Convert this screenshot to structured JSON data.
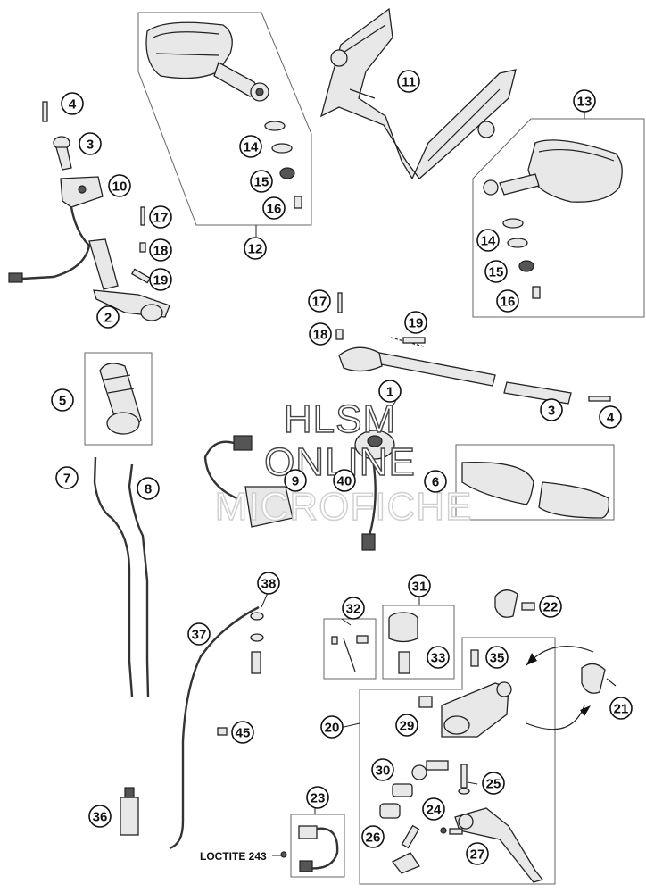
{
  "watermark": {
    "line1": "HLSM",
    "line2": "ONLINE",
    "line3": "MICROFICHE"
  },
  "annotation": {
    "loctite": "LOCTITE 243"
  },
  "callouts": [
    {
      "id": "c-4a",
      "label": "4"
    },
    {
      "id": "c-3a",
      "label": "3"
    },
    {
      "id": "c-10",
      "label": "10"
    },
    {
      "id": "c-17a",
      "label": "17"
    },
    {
      "id": "c-18a",
      "label": "18"
    },
    {
      "id": "c-19a",
      "label": "19"
    },
    {
      "id": "c-2",
      "label": "2"
    },
    {
      "id": "c-14a",
      "label": "14"
    },
    {
      "id": "c-14b",
      "label": "14"
    },
    {
      "id": "c-15a",
      "label": "15"
    },
    {
      "id": "c-16a",
      "label": "16"
    },
    {
      "id": "c-12",
      "label": "12"
    },
    {
      "id": "c-11",
      "label": "11"
    },
    {
      "id": "c-13",
      "label": "13"
    },
    {
      "id": "c-14c",
      "label": "14"
    },
    {
      "id": "c-14d",
      "label": "14"
    },
    {
      "id": "c-15b",
      "label": "15"
    },
    {
      "id": "c-16b",
      "label": "16"
    },
    {
      "id": "c-17b",
      "label": "17"
    },
    {
      "id": "c-18b",
      "label": "18"
    },
    {
      "id": "c-19b",
      "label": "19"
    },
    {
      "id": "c-1",
      "label": "1"
    },
    {
      "id": "c-3b",
      "label": "3"
    },
    {
      "id": "c-4b",
      "label": "4"
    },
    {
      "id": "c-5",
      "label": "5"
    },
    {
      "id": "c-6",
      "label": "6"
    },
    {
      "id": "c-7",
      "label": "7"
    },
    {
      "id": "c-8",
      "label": "8"
    },
    {
      "id": "c-9",
      "label": "9"
    },
    {
      "id": "c-40",
      "label": "40"
    },
    {
      "id": "c-38",
      "label": "38"
    },
    {
      "id": "c-37",
      "label": "37"
    },
    {
      "id": "c-45",
      "label": "45"
    },
    {
      "id": "c-36",
      "label": "36"
    },
    {
      "id": "c-32",
      "label": "32"
    },
    {
      "id": "c-31",
      "label": "31"
    },
    {
      "id": "c-33",
      "label": "33"
    },
    {
      "id": "c-22",
      "label": "22"
    },
    {
      "id": "c-35",
      "label": "35"
    },
    {
      "id": "c-21",
      "label": "21"
    },
    {
      "id": "c-20",
      "label": "20"
    },
    {
      "id": "c-29",
      "label": "29"
    },
    {
      "id": "c-30",
      "label": "30"
    },
    {
      "id": "c-25",
      "label": "25"
    },
    {
      "id": "c-24",
      "label": "24"
    },
    {
      "id": "c-27",
      "label": "27"
    },
    {
      "id": "c-26",
      "label": "26"
    },
    {
      "id": "c-23",
      "label": "23"
    }
  ]
}
